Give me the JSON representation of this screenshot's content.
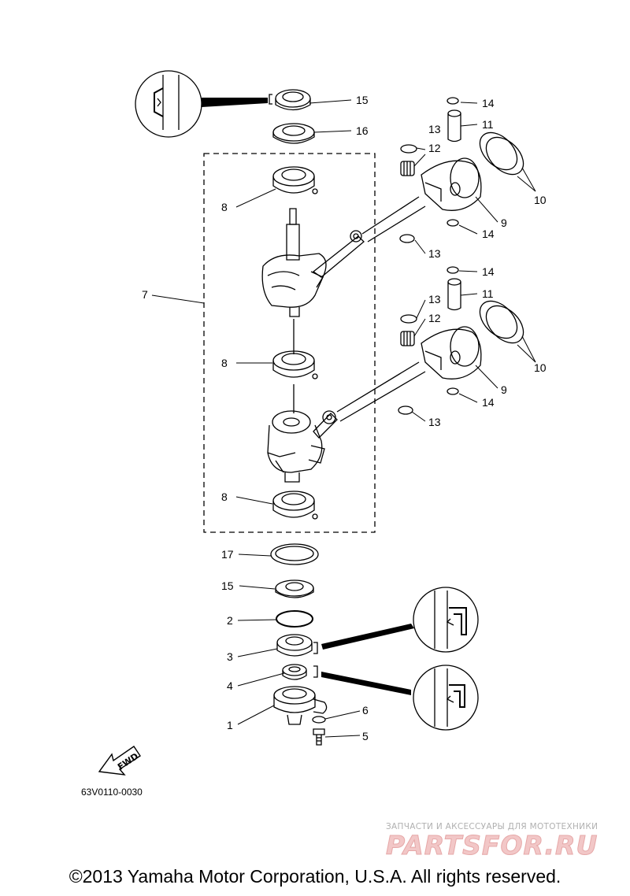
{
  "diagram": {
    "code": "63V0110-0030",
    "fwd_label": "FWD",
    "labels": {
      "p1": "1",
      "p2": "2",
      "p3": "3",
      "p4": "4",
      "p5": "5",
      "p6": "6",
      "p7": "7",
      "p8a": "8",
      "p8b": "8",
      "p8c": "8",
      "p9a": "9",
      "p9b": "9",
      "p10a": "10",
      "p10b": "10",
      "p11a": "11",
      "p11b": "11",
      "p12a": "12",
      "p12b": "12",
      "p13a": "13",
      "p13b": "13",
      "p13c": "13",
      "p13d": "13",
      "p14a": "14",
      "p14b": "14",
      "p14c": "14",
      "p14d": "14",
      "p15a": "15",
      "p15b": "15",
      "p16": "16",
      "p17": "17"
    }
  },
  "watermark": {
    "subtitle": "ЗАПЧАСТИ И АКСЕССУАРЫ ДЛЯ МОТОТЕХНИКИ",
    "logo": "PARTSFOR.RU"
  },
  "footer": {
    "copyright": "©2013 Yamaha Motor Corporation, U.S.A. All rights reserved."
  }
}
